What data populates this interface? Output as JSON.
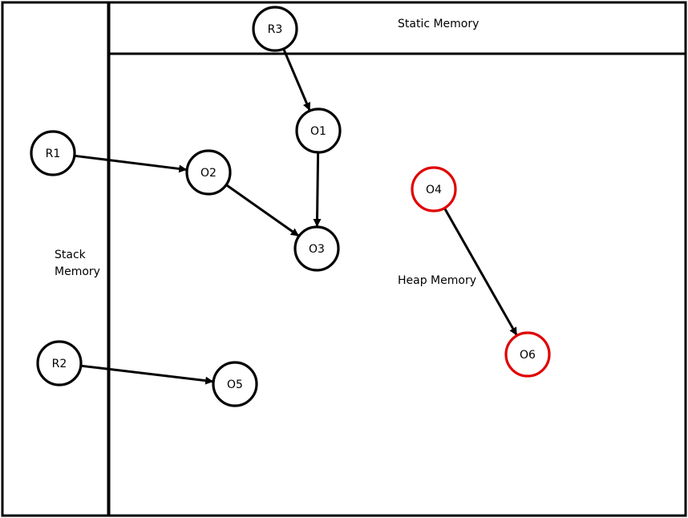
{
  "colors": {
    "stroke": "#000000",
    "unreachable": "#e00000",
    "background": "#ffffff"
  },
  "labels": {
    "static": "Static Memory",
    "stack_line1": "Stack",
    "stack_line2": "Memory",
    "heap": "Heap Memory"
  },
  "nodes": [
    {
      "id": "R3",
      "label": "R3",
      "status": "normal"
    },
    {
      "id": "R1",
      "label": "R1",
      "status": "normal"
    },
    {
      "id": "R2",
      "label": "R2",
      "status": "normal"
    },
    {
      "id": "O1",
      "label": "O1",
      "status": "normal"
    },
    {
      "id": "O2",
      "label": "O2",
      "status": "normal"
    },
    {
      "id": "O3",
      "label": "O3",
      "status": "normal"
    },
    {
      "id": "O4",
      "label": "O4",
      "status": "unreachable"
    },
    {
      "id": "O5",
      "label": "O5",
      "status": "normal"
    },
    {
      "id": "O6",
      "label": "O6",
      "status": "unreachable"
    }
  ],
  "edges": [
    {
      "from": "R3",
      "to": "O1"
    },
    {
      "from": "R1",
      "to": "O2"
    },
    {
      "from": "O2",
      "to": "O3"
    },
    {
      "from": "O1",
      "to": "O3"
    },
    {
      "from": "O4",
      "to": "O6"
    },
    {
      "from": "R2",
      "to": "O5"
    }
  ]
}
